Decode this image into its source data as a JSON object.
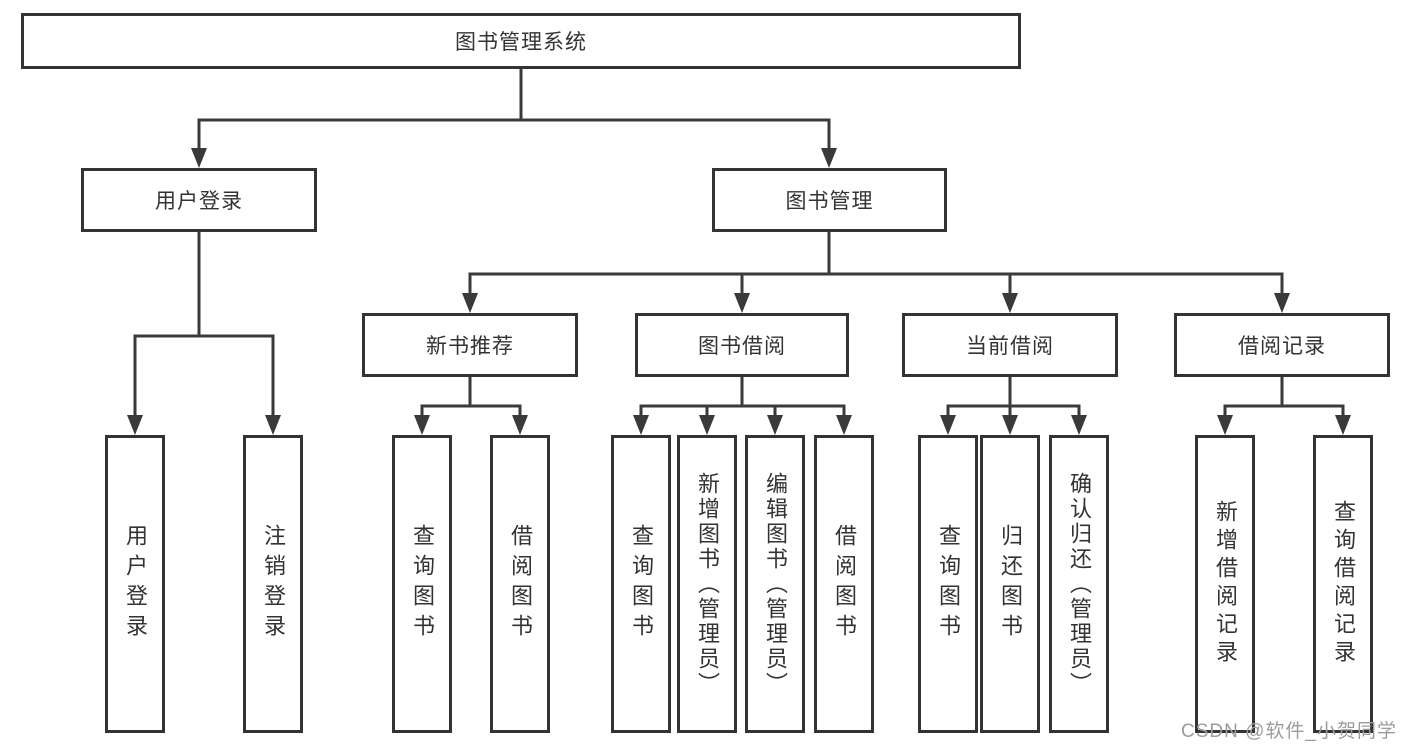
{
  "diagram": {
    "type": "hierarchy-tree",
    "watermark": "CSDN @软件_小贺同学",
    "colors": {
      "line": "#3a3a3a",
      "border": "#333333",
      "text": "#333333",
      "watermark": "#9c9c9c",
      "background": "#ffffff"
    },
    "root": {
      "label": "图书管理系统"
    },
    "branches": [
      {
        "label": "用户登录",
        "children": [
          {
            "label": "用户登录"
          },
          {
            "label": "注销登录"
          }
        ]
      },
      {
        "label": "图书管理",
        "children": [
          {
            "label": "新书推荐",
            "children": [
              {
                "label": "查询图书"
              },
              {
                "label": "借阅图书"
              }
            ]
          },
          {
            "label": "图书借阅",
            "children": [
              {
                "label": "查询图书"
              },
              {
                "label": "新增图书（管理员）"
              },
              {
                "label": "编辑图书（管理员）"
              },
              {
                "label": "借阅图书"
              }
            ]
          },
          {
            "label": "当前借阅",
            "children": [
              {
                "label": "查询图书"
              },
              {
                "label": "归还图书"
              },
              {
                "label": "确认归还（管理员）"
              }
            ]
          },
          {
            "label": "借阅记录",
            "children": [
              {
                "label": "新增借阅记录"
              },
              {
                "label": "查询借阅记录"
              }
            ]
          }
        ]
      }
    ]
  }
}
